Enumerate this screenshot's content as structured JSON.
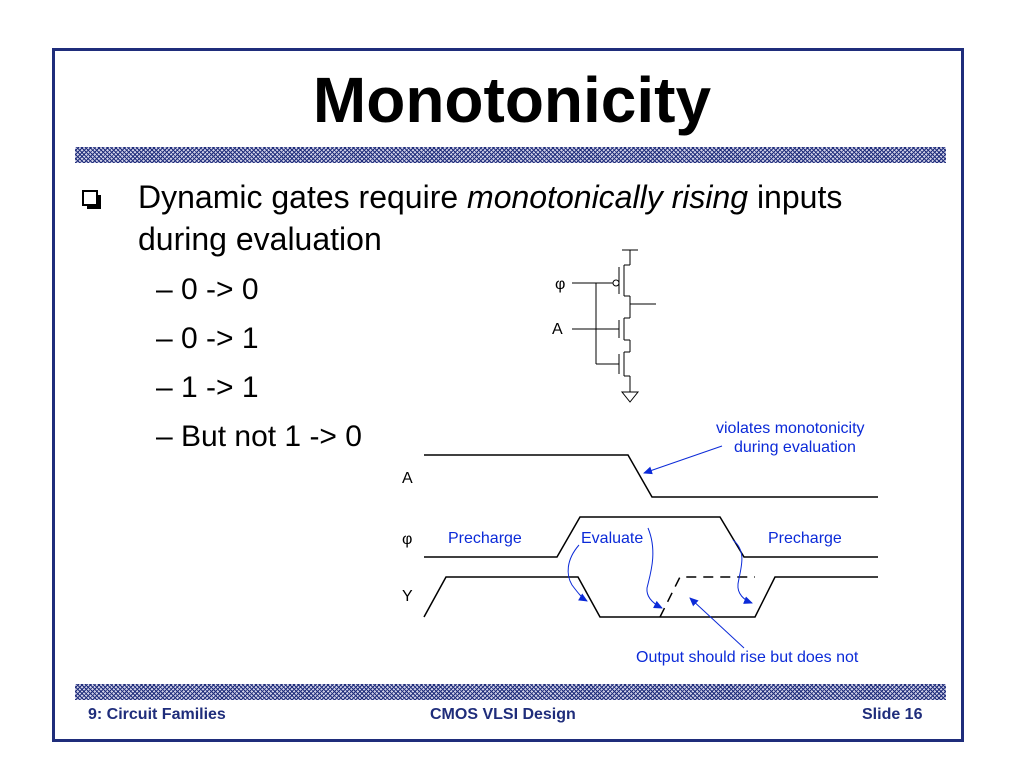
{
  "slide": {
    "title": "Monotonicity",
    "bullet": {
      "before": "Dynamic gates require ",
      "emphasis": "monotonically rising",
      "after": " inputs during evaluation"
    },
    "sub_items": [
      "– 0 -> 0",
      "– 0 -> 1",
      "– 1 -> 1",
      "– But not 1 -> 0"
    ]
  },
  "schematic": {
    "phi_label": "φ",
    "a_label": "A"
  },
  "timing": {
    "signal_a": "A",
    "signal_phi": "φ",
    "signal_y": "Y",
    "precharge_left": "Precharge",
    "evaluate": "Evaluate",
    "precharge_right": "Precharge",
    "note_violation_line1": "violates monotonicity",
    "note_violation_line2": "during evaluation",
    "note_output": "Output should rise but does not"
  },
  "footer": {
    "left": "9: Circuit Families",
    "center": "CMOS VLSI Design",
    "right": "Slide 16"
  },
  "colors": {
    "frame": "#1f2d7b",
    "annotation": "#0b2ad8"
  }
}
